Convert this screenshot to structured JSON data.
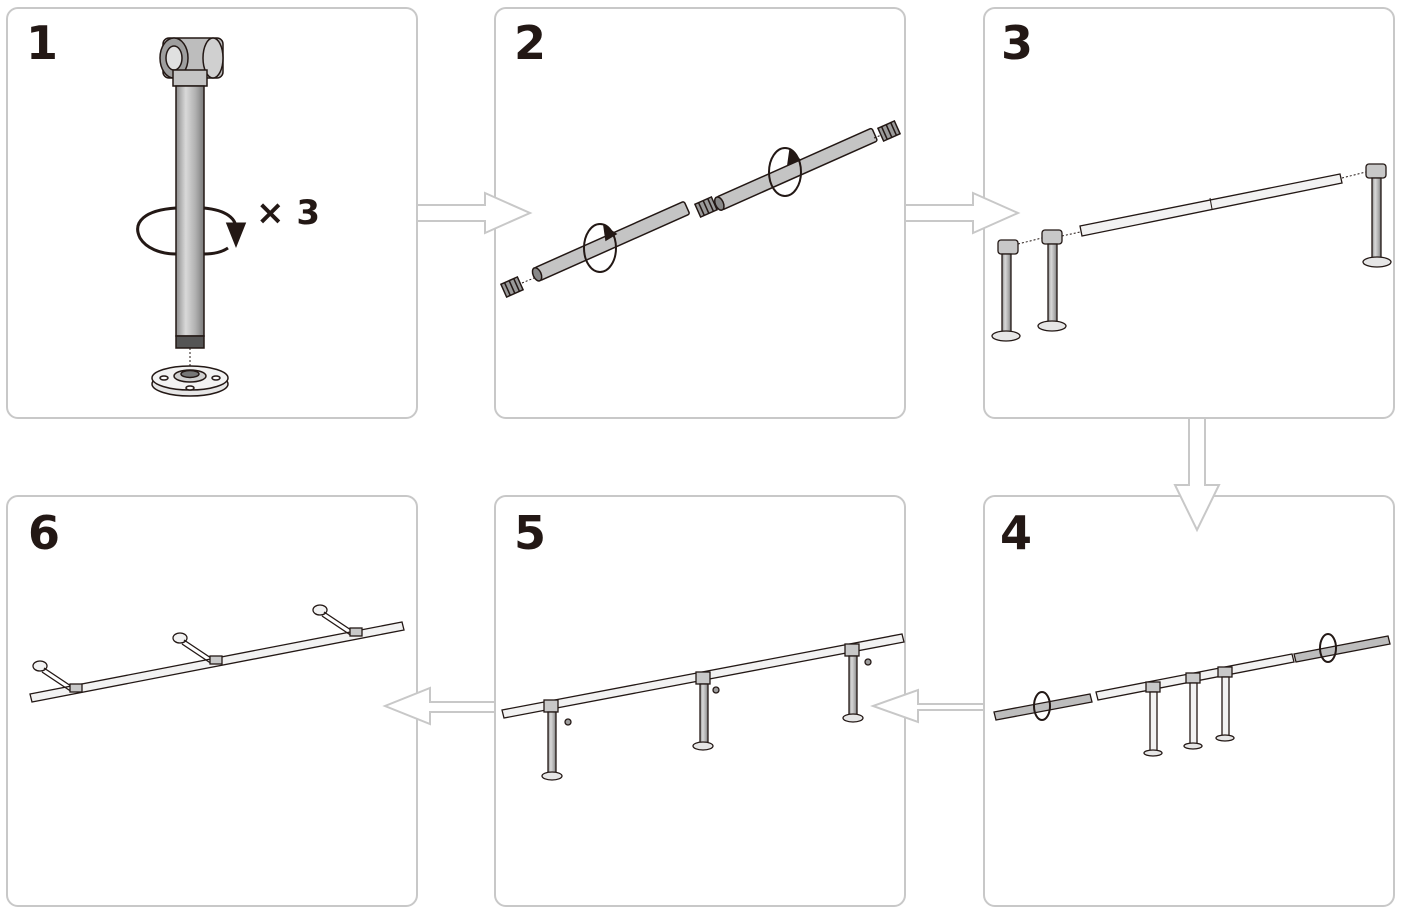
{
  "steps": [
    {
      "number": "1"
    },
    {
      "number": "2"
    },
    {
      "number": "3"
    },
    {
      "number": "4"
    },
    {
      "number": "5"
    },
    {
      "number": "6"
    }
  ],
  "step1": {
    "multiplier": "× 3"
  },
  "colors": {
    "panel_border": "#c8c8c8",
    "arrow_outline": "#c8c8c8",
    "ink": "#231815",
    "pipe_gray": "#bdbdbd"
  },
  "icons": [
    "rotation-arrow-icon",
    "flow-arrow-right-icon",
    "flow-arrow-down-icon",
    "flow-arrow-left-icon"
  ]
}
